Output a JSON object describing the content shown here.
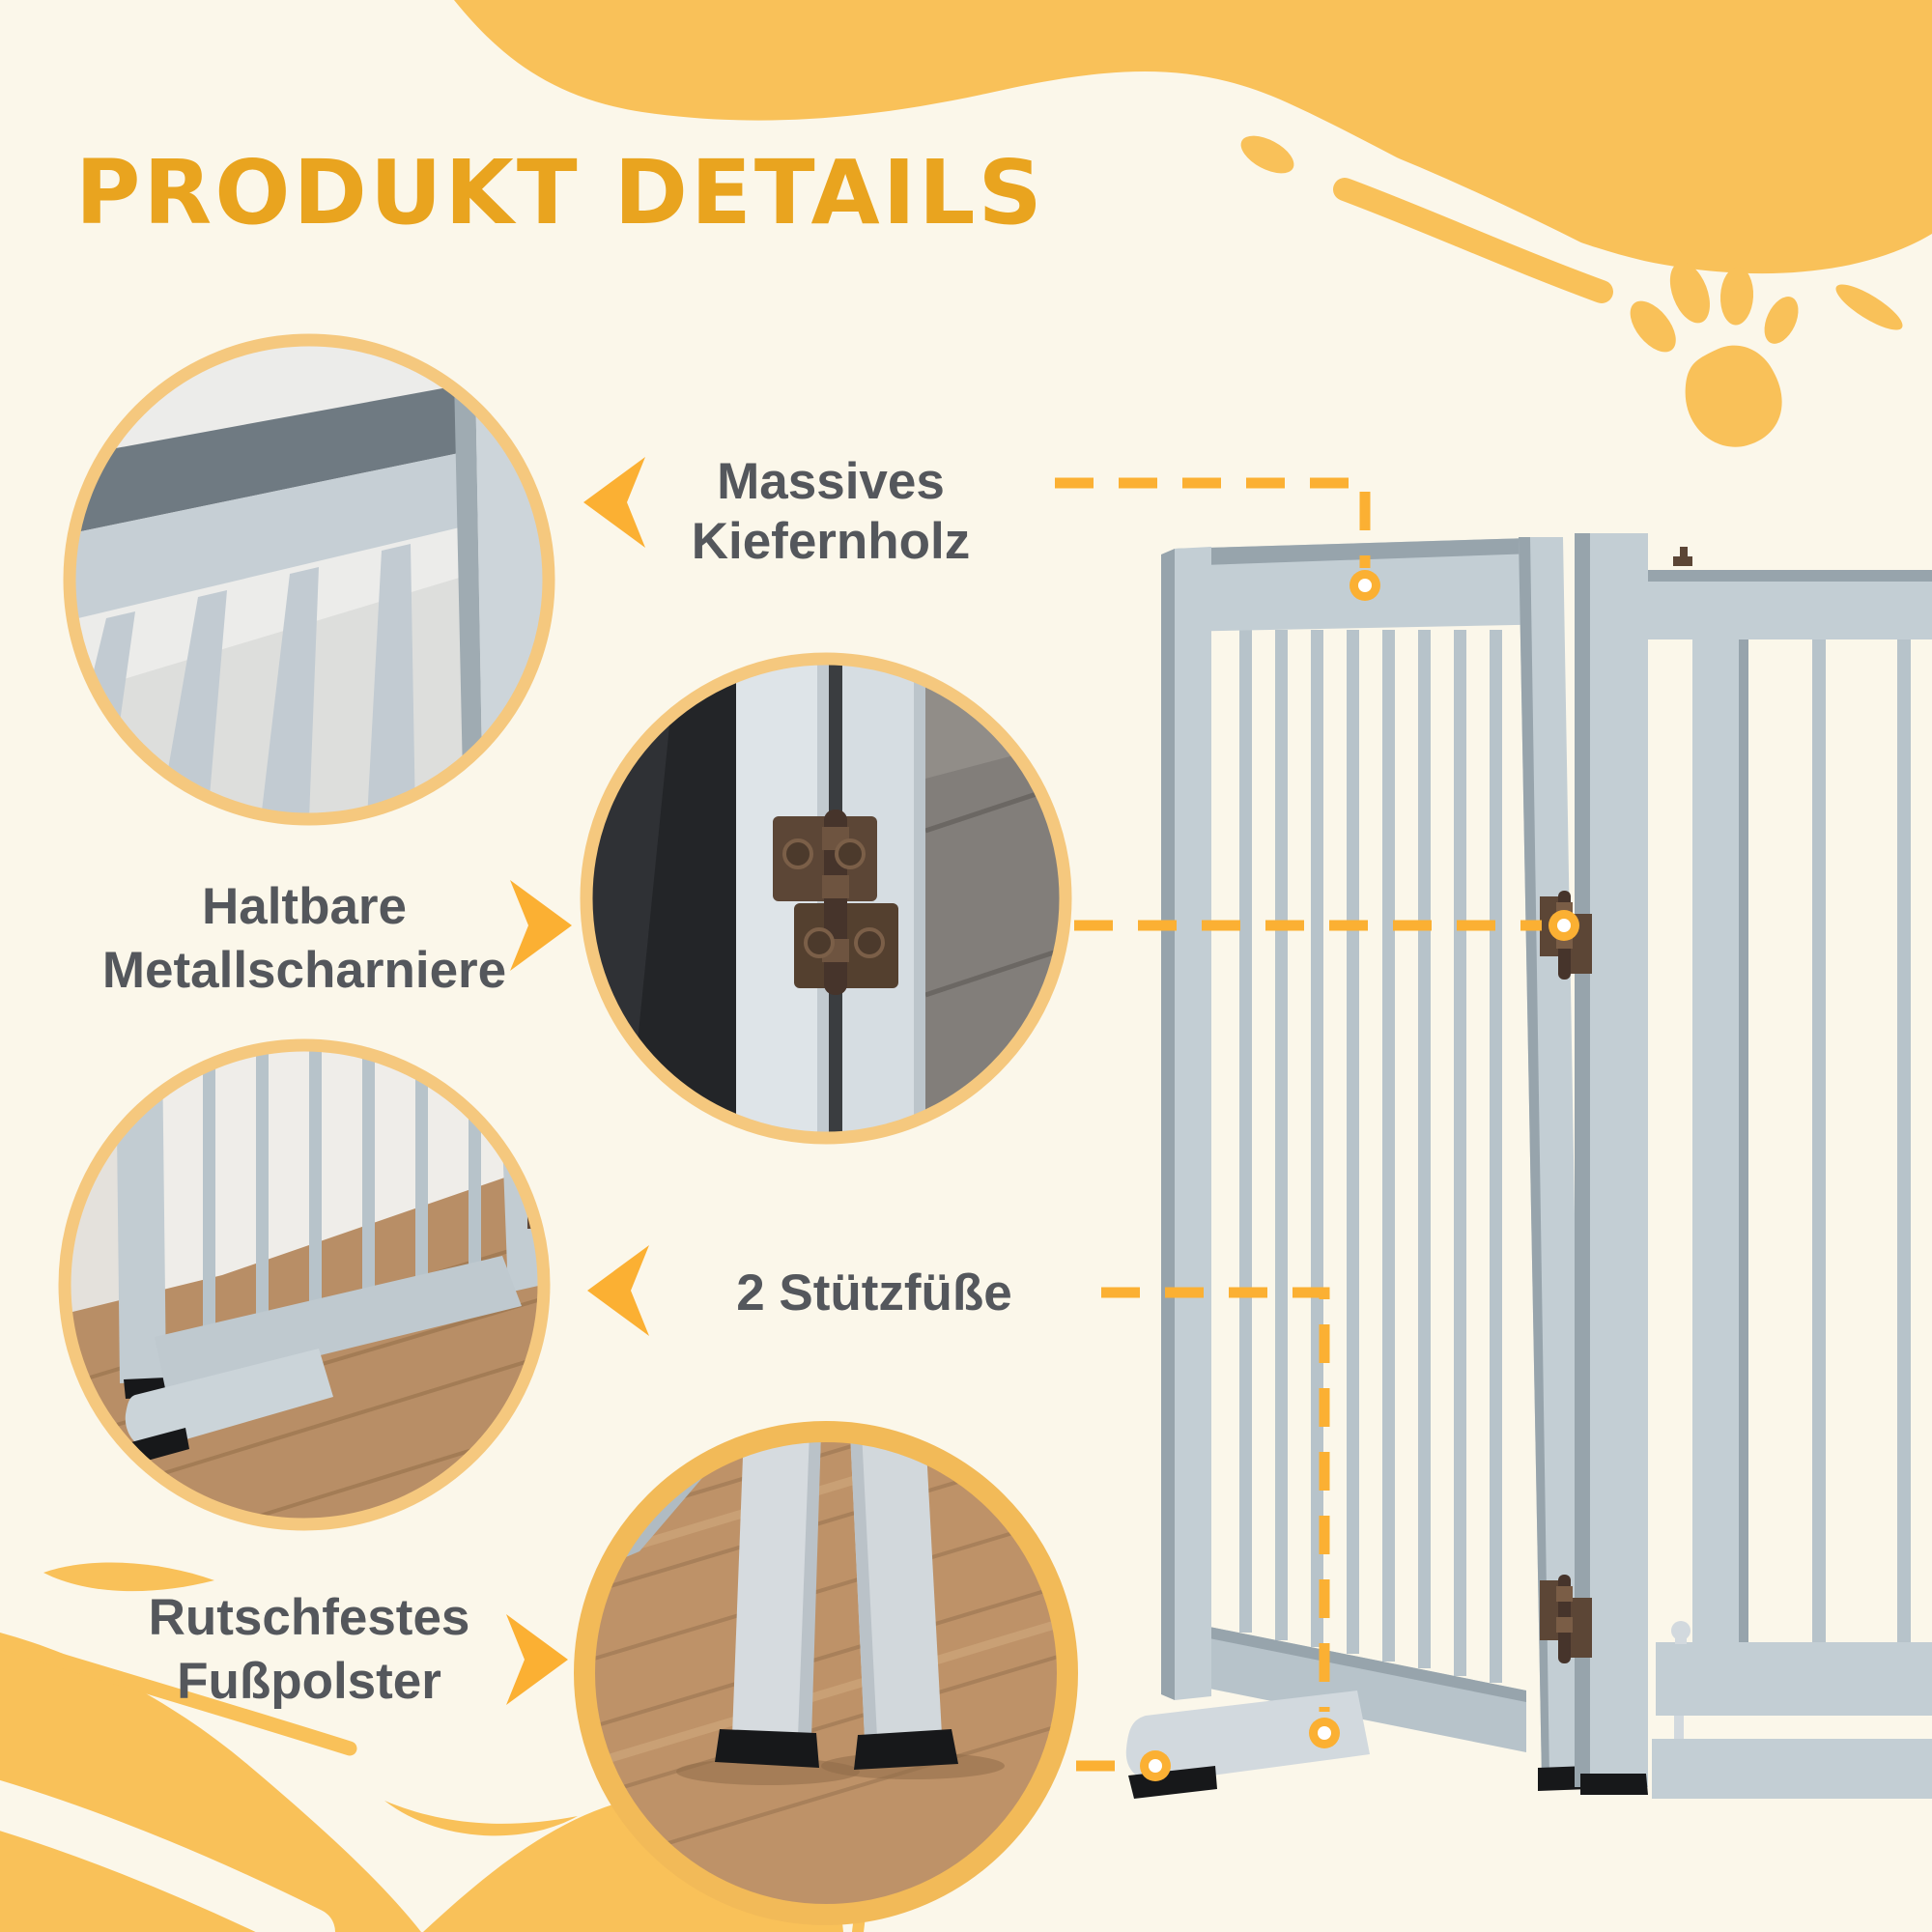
{
  "page": {
    "title": "PRODUKT DETAILS"
  },
  "colors": {
    "bg": "#FBF7EA",
    "accent": "#F9C159",
    "accent-deep": "#FBB033",
    "ring": "#F5C87E",
    "ring-thick": "#F2BA58",
    "title": "#E9A41F",
    "text": "#54575C",
    "gate": "#B7C3CA",
    "gate-dark": "#97A4AC",
    "hinge-bronze": "#5C4636",
    "wood-floor": "#BE9268",
    "pad-black": "#17181A"
  },
  "callouts": [
    {
      "id": "wood",
      "label_lines": [
        "Massives",
        "Kiefernholz"
      ],
      "arrow_direction": "left",
      "points_to": "gate-top-rail",
      "photo": "close-up-of-gate-top-corner"
    },
    {
      "id": "hinges",
      "label_lines": [
        "Haltbare",
        "Metallscharniere"
      ],
      "arrow_direction": "right",
      "points_to": "hinge-between-panels",
      "photo": "close-up-of-bronze-double-hinge"
    },
    {
      "id": "support-feet",
      "label_lines": [
        "2 Stützfüße"
      ],
      "arrow_direction": "left",
      "points_to": "support-foot",
      "photo": "close-up-of-gate-base-with-support-foot"
    },
    {
      "id": "foot-pads",
      "label_lines": [
        "Rutschfestes",
        "Fußpolster"
      ],
      "arrow_direction": "right",
      "points_to": "foot-pad-tip",
      "photo": "close-up-of-non-slip-foot-pads"
    }
  ],
  "decorations": {
    "paw_icon": "paw-print",
    "corner_waves": "yellow organic wave shapes"
  }
}
